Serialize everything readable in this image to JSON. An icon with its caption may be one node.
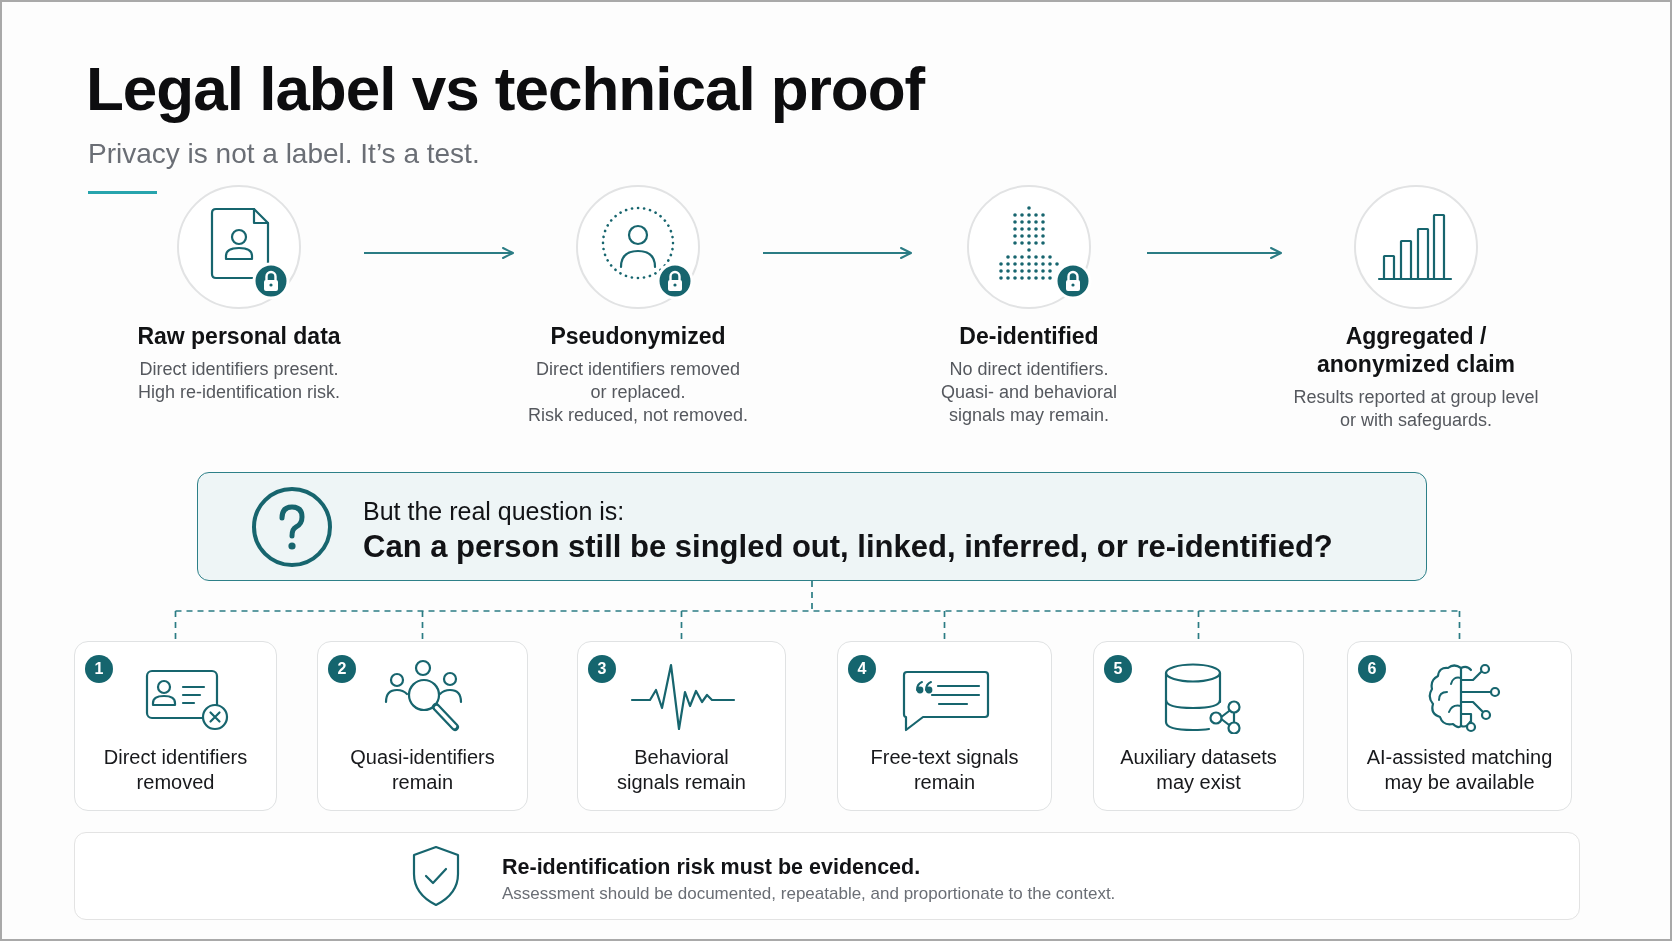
{
  "diagram": {
    "title": "Legal label vs technical proof",
    "nodes": [
      {
        "text": [
          "Raw personal data",
          "Direct identifiers present.",
          "High re-identification risk."
        ]
      },
      {
        "text": [
          "Pseudonymized",
          "Direct identifiers removed or replaced.",
          "Risk reduced, not removed."
        ]
      },
      {
        "text": [
          "De-identified",
          "No direct identifiers.",
          "Quasi- and behavioral signals may remain."
        ]
      },
      {
        "text": [
          "Aggregated / anonymized claim",
          "Results reported at group level or with safeguards."
        ]
      },
      {
        "text": [
          "But the real question is:",
          "Can a person still be singled out, linked, inferred, or re-identified?"
        ]
      },
      {
        "text": [
          "Direct identifiers removed"
        ]
      },
      {
        "text": [
          "1"
        ],
        "in": 5
      },
      {
        "text": [
          "Quasi-identifiers remain"
        ]
      },
      {
        "text": [
          "2"
        ],
        "in": 7
      },
      {
        "text": [
          "Behavioral signals remain"
        ]
      },
      {
        "text": [
          "3"
        ],
        "in": 9
      },
      {
        "text": [
          "Free-text signals remain"
        ]
      },
      {
        "text": [
          "4"
        ],
        "in": 11
      },
      {
        "text": [
          "Auxiliary datasets may exist"
        ]
      },
      {
        "text": [
          "5"
        ],
        "in": 13
      },
      {
        "text": [
          "AI-assisted matching may be available"
        ]
      },
      {
        "text": [
          "6"
        ],
        "in": 15
      },
      {
        "text": [
          "Re-identification risk must be evidenced.",
          "Assessment should be documented, repeatable, and proportionate to the context."
        ]
      }
    ],
    "edges": [
      {
        "from": 0,
        "to": 1,
        "arrow": "to"
      },
      {
        "from": 1,
        "to": 2,
        "arrow": "to"
      },
      {
        "from": 2,
        "to": 3,
        "arrow": "to"
      },
      {
        "from": 4,
        "to": 5,
        "arrow": "none",
        "style": "dashed"
      },
      {
        "from": 4,
        "to": 7,
        "arrow": "none",
        "style": "dashed"
      },
      {
        "from": 4,
        "to": 9,
        "arrow": "none",
        "style": "dashed"
      },
      {
        "from": 4,
        "to": 11,
        "arrow": "none",
        "style": "dashed"
      },
      {
        "from": 4,
        "to": 13,
        "arrow": "none",
        "style": "dashed"
      },
      {
        "from": 4,
        "to": 15,
        "arrow": "none",
        "style": "dashed"
      }
    ],
    "labels": [
      "Privacy is not a label. It’s a test."
    ]
  }
}
